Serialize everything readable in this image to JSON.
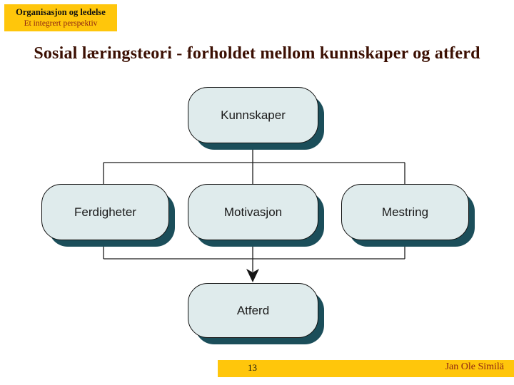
{
  "header": {
    "line1": "Organisasjon og ledelse",
    "line2": "Et integrert perspektiv"
  },
  "title": "Sosial læringsteori - forholdet mellom kunnskaper og atferd",
  "diagram": {
    "type": "flowchart",
    "nodes": [
      {
        "id": "kunnskaper",
        "label": "Kunnskaper"
      },
      {
        "id": "ferdigheter",
        "label": "Ferdigheter"
      },
      {
        "id": "motivasjon",
        "label": "Motivasjon"
      },
      {
        "id": "mestring",
        "label": "Mestring"
      },
      {
        "id": "atferd",
        "label": "Atferd"
      }
    ],
    "edges": [
      {
        "from": "kunnskaper",
        "to": "ferdigheter"
      },
      {
        "from": "kunnskaper",
        "to": "motivasjon"
      },
      {
        "from": "kunnskaper",
        "to": "mestring"
      },
      {
        "from": "ferdigheter",
        "to": "atferd"
      },
      {
        "from": "motivasjon",
        "to": "atferd",
        "arrow": true
      },
      {
        "from": "mestring",
        "to": "atferd"
      }
    ]
  },
  "footer": {
    "page_number": "13",
    "author": "Jan Ole Similä"
  },
  "colors": {
    "accent_gold": "#FFC60B",
    "node_fill": "#DFEBEC",
    "node_shadow": "#1B4E5A",
    "title_text": "#3B0F02",
    "secondary_text": "#8E2512"
  }
}
